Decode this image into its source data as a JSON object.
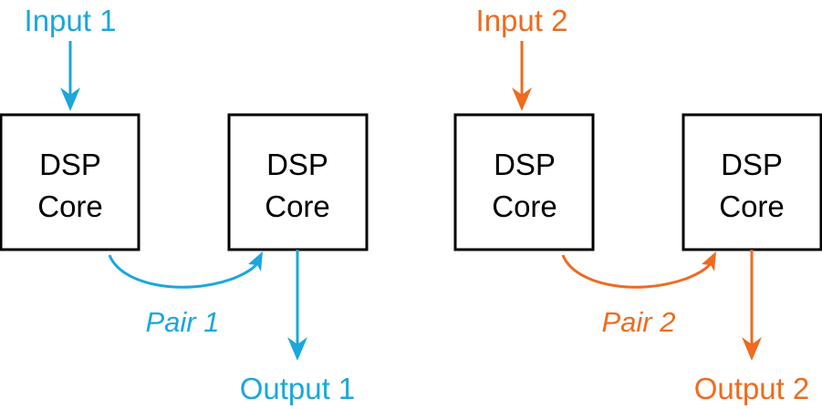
{
  "colors": {
    "pair1": "#1aa7dc",
    "pair2": "#ee6b1f",
    "box_stroke": "#000000"
  },
  "pairs": [
    {
      "input_label": "Input 1",
      "pair_label": "Pair 1",
      "output_label": "Output 1",
      "core_a": {
        "line1": "DSP",
        "line2": "Core"
      },
      "core_b": {
        "line1": "DSP",
        "line2": "Core"
      }
    },
    {
      "input_label": "Input 2",
      "pair_label": "Pair 2",
      "output_label": "Output 2",
      "core_a": {
        "line1": "DSP",
        "line2": "Core"
      },
      "core_b": {
        "line1": "DSP",
        "line2": "Core"
      }
    }
  ]
}
